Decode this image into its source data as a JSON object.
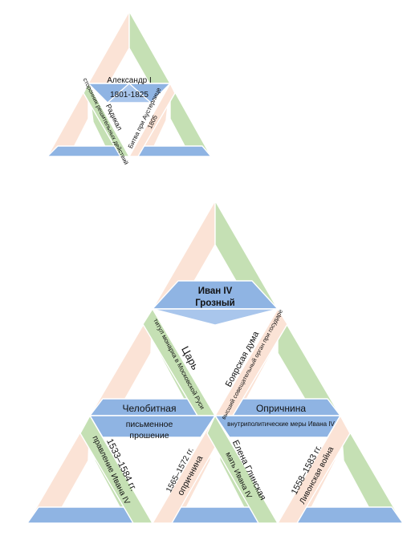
{
  "colors": {
    "peach": "#FBE3D6",
    "green": "#C5E0B4",
    "blue": "#8FB4E3",
    "blue_light": "#A9C6EC",
    "hole": "#FFFFFF"
  },
  "small_puzzle": {
    "center": {
      "name": "Александр I",
      "years": "1801-1825"
    },
    "left_term": {
      "title": "Радикал",
      "definition": "сторонник решительных действий"
    },
    "right_term": {
      "title": "Битва при Аустерлице",
      "year": "1805"
    }
  },
  "large_puzzle": {
    "top_center": {
      "line1": "Иван IV",
      "line2": "Грозный"
    },
    "tsar": {
      "title": "Царь",
      "definition": "титул монарха в Московской Руси"
    },
    "duma": {
      "title": "Боярская дума",
      "definition": "высший совещательный орган при государе"
    },
    "petition": {
      "title": "Челобитная",
      "definition": "письменное прошение"
    },
    "oprichnina": {
      "title": "Опричнина",
      "definition": "внутриполитические меры Ивана IV"
    },
    "reign": {
      "years": "1533–1584 гг.",
      "caption": "правление Ивана IV"
    },
    "oprichnina_years": {
      "years": "1565–1572 гг.",
      "caption": "опричнина"
    },
    "elena": {
      "title": "Елена Глинская",
      "definition": "мать Ивана IV"
    },
    "livonian_war": {
      "years": "1558–1583 гг.",
      "caption": "Ливонская война"
    }
  }
}
